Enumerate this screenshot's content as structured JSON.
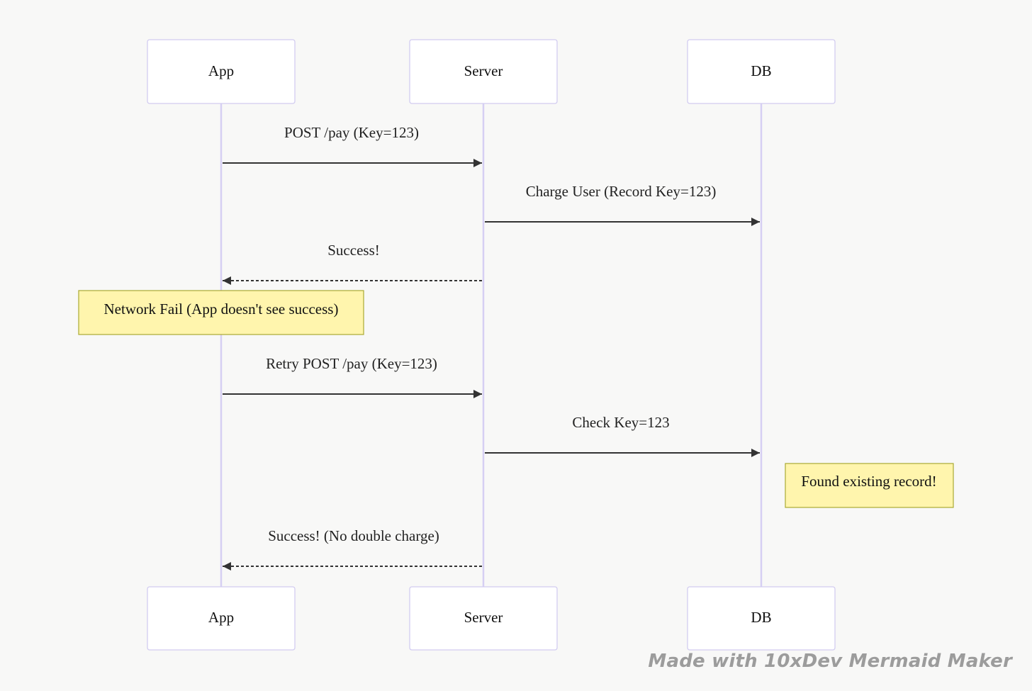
{
  "participants": [
    {
      "id": "app",
      "label": "App"
    },
    {
      "id": "server",
      "label": "Server"
    },
    {
      "id": "db",
      "label": "DB"
    }
  ],
  "messages": [
    {
      "id": "m1",
      "from": "app",
      "to": "server",
      "label": "POST /pay (Key=123)",
      "style": "solid"
    },
    {
      "id": "m2",
      "from": "server",
      "to": "db",
      "label": "Charge User (Record Key=123)",
      "style": "solid"
    },
    {
      "id": "m3",
      "from": "server",
      "to": "app",
      "label": "Success!",
      "style": "dashed"
    },
    {
      "id": "m4",
      "from": "app",
      "to": "server",
      "label": "Retry POST /pay (Key=123)",
      "style": "solid"
    },
    {
      "id": "m5",
      "from": "server",
      "to": "db",
      "label": "Check Key=123",
      "style": "solid"
    },
    {
      "id": "m6",
      "from": "server",
      "to": "app",
      "label": "Success! (No double charge)",
      "style": "dashed"
    }
  ],
  "notes": [
    {
      "id": "n1",
      "over": "app",
      "label": "Network Fail (App doesn't see success)"
    },
    {
      "id": "n2",
      "right_of": "db",
      "label": "Found existing record!"
    }
  ],
  "watermark": "Made with 10xDev Mermaid Maker",
  "colors": {
    "background": "#f8f8f7",
    "actor_border": "#d2ccf0",
    "lifeline": "#d6cff3",
    "arrow": "#333333",
    "note_fill": "#fff5ad",
    "note_border": "#aaaa33",
    "watermark": "#9c9c9c"
  }
}
